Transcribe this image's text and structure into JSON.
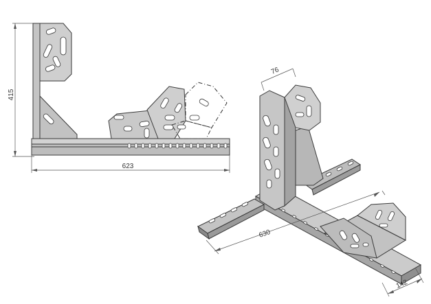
{
  "side_view": {
    "height_dim": "415",
    "width_dim": "623"
  },
  "iso_view": {
    "top_dim": "76",
    "length_dim": "630",
    "rail_width_dim": "142"
  },
  "colors": {
    "metal_light": "#c9c9c9",
    "metal_mid": "#b3b3b3",
    "metal_dark": "#8f8f8f",
    "outline": "#333333"
  }
}
